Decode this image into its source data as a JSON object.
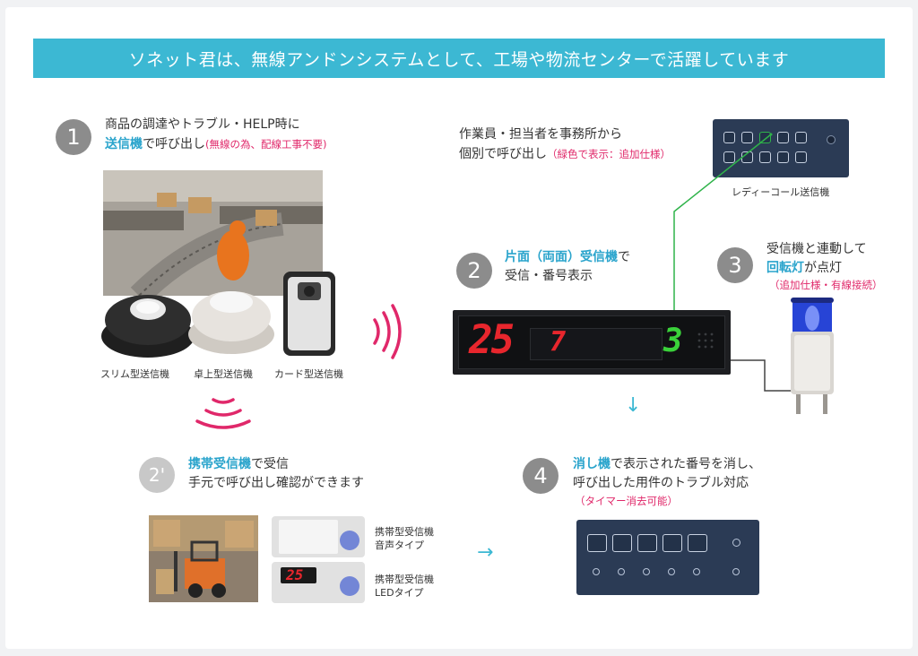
{
  "banner": "ソネット君は、無線アンドンシステムとして、工場や物流センターで活躍しています",
  "step1": {
    "num": "1",
    "line1": "商品の調達やトラブル・HELP時に",
    "line2_blue": "送信機",
    "line2_rest": "で呼び出し",
    "line2_note": "(無線の為、配線工事不要)",
    "captions": [
      "スリム型送信機",
      "卓上型送信機",
      "カード型送信機"
    ]
  },
  "office": {
    "line1": "作業員・担当者を事務所から",
    "line2": "個別で呼び出し",
    "note": "（緑色で表示：追加仕様）",
    "device_caption": "レディーコール送信機"
  },
  "step2": {
    "num": "2",
    "line1_blue": "片面（両面）受信機",
    "line1_rest": "で",
    "line2": "受信・番号表示",
    "display_left": "25",
    "display_mid": "7",
    "display_right": "3"
  },
  "step3": {
    "num": "3",
    "line1": "受信機と連動して",
    "line2_blue": "回転灯",
    "line2_rest": "が点灯",
    "note": "（追加仕様・有線接続）"
  },
  "step2b": {
    "num": "2'",
    "line1_blue": "携帯受信機",
    "line1_rest": "で受信",
    "line2": "手元で呼び出し確認ができます",
    "device1_line1": "携帯型受信機",
    "device1_line2": "音声タイプ",
    "device2_line1": "携帯型受信機",
    "device2_line2": "LEDタイプ",
    "led_value": "25"
  },
  "step4": {
    "num": "4",
    "line1_blue": "消し機",
    "line1_rest": "で表示された番号を消し、",
    "line2": "呼び出した用件のトラブル対応",
    "note": "（タイマー消去可能）"
  },
  "colors": {
    "accent": "#3cb8d3",
    "note": "#e0286a",
    "green_line": "#2fb34a",
    "red_digit": "#e8262d",
    "green_digit": "#3ad13a"
  }
}
